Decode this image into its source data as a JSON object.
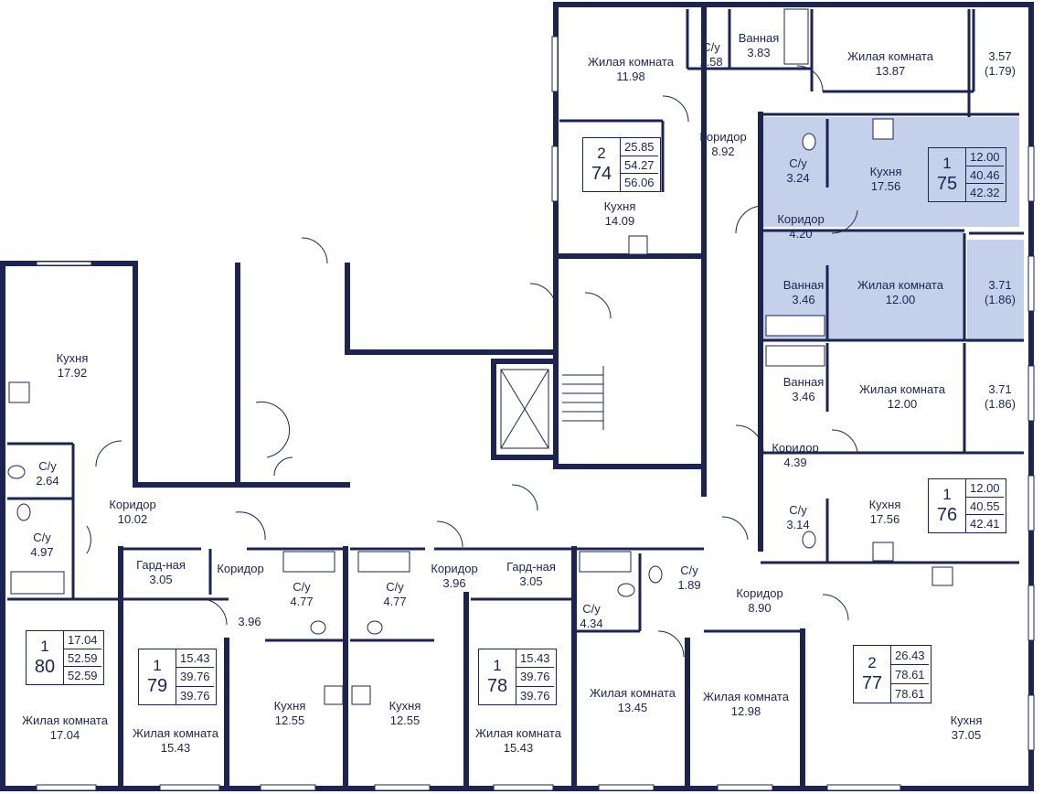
{
  "colors": {
    "wall": "#1c2453",
    "highlight": "#c5d1ea",
    "background": "#ffffff"
  },
  "rooms": {
    "r74_living": {
      "name": "Жилая комната",
      "area": "11.98"
    },
    "r74_wc": {
      "name": "С/у",
      "area": "1.58"
    },
    "r74_bath": {
      "name": "Ванная",
      "area": "3.83"
    },
    "r74_living2": {
      "name": "Жилая комната",
      "area": "13.87"
    },
    "r74_balcony": {
      "name": "3.57",
      "area": "(1.79)"
    },
    "r74_corridor": {
      "name": "Коридор",
      "area": "8.92"
    },
    "r74_kitchen": {
      "name": "Кухня",
      "area": "14.09"
    },
    "r75_wc": {
      "name": "С/у",
      "area": "3.24"
    },
    "r75_kitchen": {
      "name": "Кухня",
      "area": "17.56"
    },
    "r75_corridor": {
      "name": "Коридор",
      "area": "4.20"
    },
    "r75_bath": {
      "name": "Ванная",
      "area": "3.46"
    },
    "r75_living": {
      "name": "Жилая комната",
      "area": "12.00"
    },
    "r75_balcony": {
      "name": "3.71",
      "area": "(1.86)"
    },
    "r76_bath": {
      "name": "Ванная",
      "area": "3.46"
    },
    "r76_living": {
      "name": "Жилая комната",
      "area": "12.00"
    },
    "r76_balcony": {
      "name": "3.71",
      "area": "(1.86)"
    },
    "r76_corridor": {
      "name": "Коридор",
      "area": "4.39"
    },
    "r76_wc": {
      "name": "С/у",
      "area": "3.14"
    },
    "r76_kitchen": {
      "name": "Кухня",
      "area": "17.56"
    },
    "r80_kitchen": {
      "name": "Кухня",
      "area": "17.92"
    },
    "r80_wc1": {
      "name": "С/у",
      "area": "2.64"
    },
    "r80_corridor": {
      "name": "Коридор",
      "area": "10.02"
    },
    "r80_wc2": {
      "name": "С/у",
      "area": "4.97"
    },
    "r80_living": {
      "name": "Жилая комната",
      "area": "17.04"
    },
    "r79_wardrobe": {
      "name": "Гард-ная",
      "area": "3.05"
    },
    "r79_corridor": {
      "name": "Коридор",
      "area": "3.96"
    },
    "r79_wc": {
      "name": "С/у",
      "area": "4.77"
    },
    "r79_living": {
      "name": "Жилая комната",
      "area": "15.43"
    },
    "r79_kitchen": {
      "name": "Кухня",
      "area": "12.55"
    },
    "r78_wc": {
      "name": "С/у",
      "area": "4.77"
    },
    "r78_corridor": {
      "name": "Коридор",
      "area": "3.96"
    },
    "r78_wardrobe": {
      "name": "Гард-ная",
      "area": "3.05"
    },
    "r78_kitchen": {
      "name": "Кухня",
      "area": "12.55"
    },
    "r78_living": {
      "name": "Жилая комната",
      "area": "15.43"
    },
    "r77_wc1": {
      "name": "С/у",
      "area": "4.34"
    },
    "r77_wc2": {
      "name": "С/у",
      "area": "1.89"
    },
    "r77_corridor": {
      "name": "Коридор",
      "area": "8.90"
    },
    "r77_living1": {
      "name": "Жилая комната",
      "area": "13.45"
    },
    "r77_living2": {
      "name": "Жилая комната",
      "area": "12.98"
    },
    "r77_kitchen": {
      "name": "Кухня",
      "area": "37.05"
    }
  },
  "apartments": {
    "a74": {
      "rooms": "2",
      "number": "74",
      "living": "25.85",
      "total": "54.27",
      "total_bal": "56.06"
    },
    "a75": {
      "rooms": "1",
      "number": "75",
      "living": "12.00",
      "total": "40.46",
      "total_bal": "42.32"
    },
    "a76": {
      "rooms": "1",
      "number": "76",
      "living": "12.00",
      "total": "40.55",
      "total_bal": "42.41"
    },
    "a80": {
      "rooms": "1",
      "number": "80",
      "living": "17.04",
      "total": "52.59",
      "total_bal": "52.59"
    },
    "a79": {
      "rooms": "1",
      "number": "79",
      "living": "15.43",
      "total": "39.76",
      "total_bal": "39.76"
    },
    "a78": {
      "rooms": "1",
      "number": "78",
      "living": "15.43",
      "total": "39.76",
      "total_bal": "39.76"
    },
    "a77": {
      "rooms": "2",
      "number": "77",
      "living": "26.43",
      "total": "78.61",
      "total_bal": "78.61"
    }
  }
}
